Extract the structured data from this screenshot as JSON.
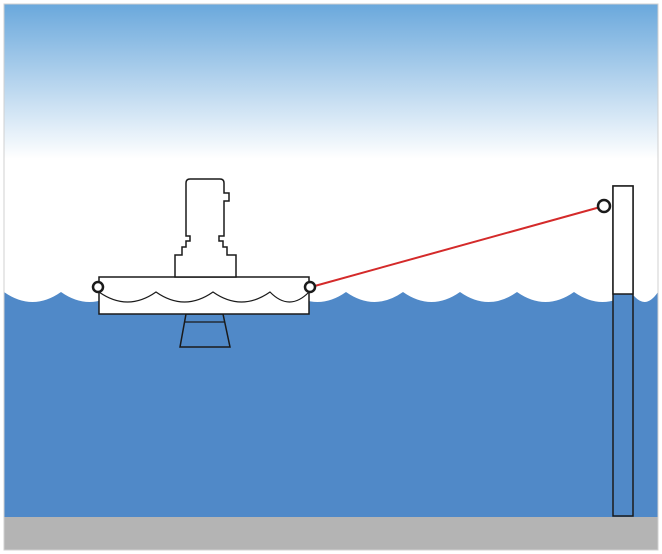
{
  "scene": {
    "title": "",
    "colors": {
      "sky_top": "#6aa8dc",
      "sky_bottom": "#ffffff",
      "water": "#5089c8",
      "ground": "#b4b4b4",
      "outline": "#1a1a1a",
      "equipment_fill": "#ffffff",
      "mooring_line": "#d42a2a"
    },
    "elements": [
      {
        "name": "sky",
        "icon": "sky-gradient"
      },
      {
        "name": "water",
        "icon": "water-body"
      },
      {
        "name": "seabed",
        "icon": "ground-strip"
      },
      {
        "name": "float-platform",
        "icon": "rectangle-float"
      },
      {
        "name": "pump-motor",
        "icon": "motor-housing"
      },
      {
        "name": "intake-skirt",
        "icon": "trapezoid-intake"
      },
      {
        "name": "mooring-post",
        "icon": "vertical-post"
      },
      {
        "name": "mooring-line",
        "icon": "red-line"
      }
    ]
  }
}
